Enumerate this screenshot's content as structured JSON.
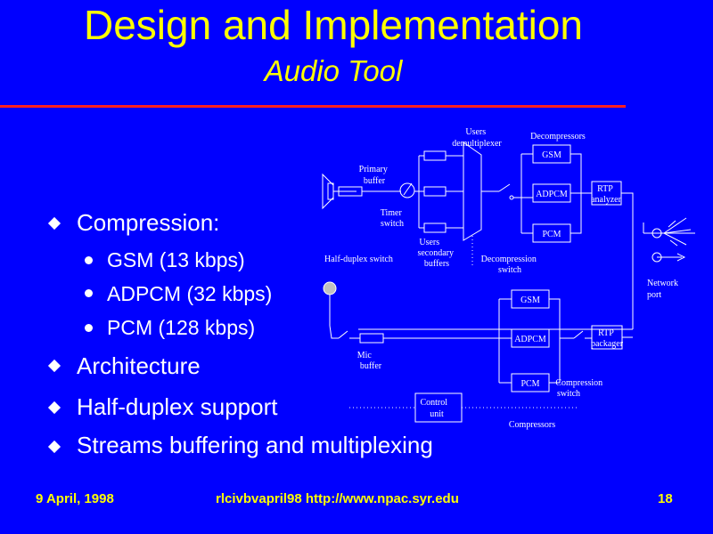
{
  "slide": {
    "title": "Design and Implementation",
    "subtitle": "Audio Tool",
    "bullets": [
      {
        "text": "Compression:"
      },
      {
        "text": "GSM (13 kbps)"
      },
      {
        "text": "ADPCM (32 kbps)"
      },
      {
        "text": "PCM (128 kbps)"
      },
      {
        "text": "Architecture"
      },
      {
        "text": "Half-duplex support"
      },
      {
        "text": "Streams buffering and multiplexing"
      }
    ],
    "footer": {
      "date": "9 April, 1998",
      "source": "rlcivbvapril98  http://www.npac.syr.edu",
      "page": "18"
    }
  },
  "diagram": {
    "labels": {
      "users_demultiplexer": [
        "Users",
        "demultiplexer"
      ],
      "decompressors": "Decompressors",
      "gsm_top": "GSM",
      "adpcm_top": "ADPCM",
      "pcm_top": "PCM",
      "rtp_analyzer": [
        "RTP",
        "analyzer"
      ],
      "primary_buffer": [
        "Primary",
        "buffer"
      ],
      "timer_switch": [
        "Timer",
        "switch"
      ],
      "users_secondary_buffers": [
        "Users",
        "secondary",
        "buffers"
      ],
      "decompression_switch": [
        "Decompression",
        "switch"
      ],
      "half_duplex_switch": "Half-duplex switch",
      "network_port": [
        "Network",
        "port"
      ],
      "gsm_bottom": "GSM",
      "adpcm_bottom": "ADPCM",
      "pcm_bottom": "PCM",
      "rtp_packager": [
        "RTP",
        "packager"
      ],
      "mic_buffer": [
        "Mic",
        "buffer"
      ],
      "compression_switch": [
        "Compression",
        "switch"
      ],
      "control_unit": [
        "Control",
        "unit"
      ],
      "compressors": "Compressors"
    }
  },
  "colors": {
    "background": "#0000ff",
    "title": "#ffff00",
    "rule": "#ff2020",
    "text": "#ffffff"
  }
}
